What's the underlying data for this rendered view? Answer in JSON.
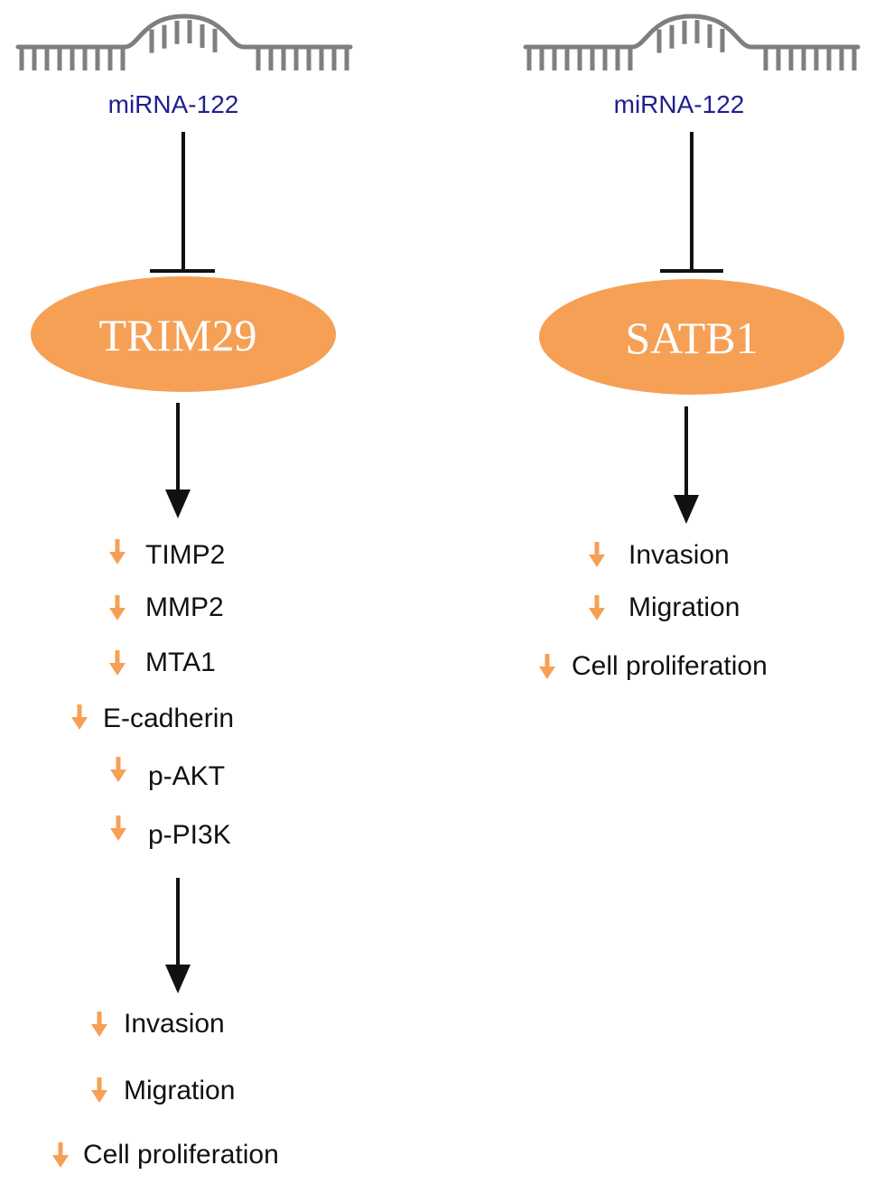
{
  "colors": {
    "mirna_text": "#1f1f8f",
    "rna_stroke": "#7f7f7f",
    "node_fill": "#f6a056",
    "node_text": "#ffffff",
    "arrow": "#111111",
    "down_arrow": "#f6a056"
  },
  "left_pathway": {
    "mirna": {
      "icon": "rna-hairpin-icon",
      "label": "miRNA-122"
    },
    "target": {
      "label": "TRIM29"
    },
    "downstream": [
      {
        "label": "TIMP2",
        "direction": "down"
      },
      {
        "label": "MMP2",
        "direction": "down"
      },
      {
        "label": "MTA1",
        "direction": "down"
      },
      {
        "label": "E-cadherin",
        "direction": "down"
      },
      {
        "label": "p-AKT",
        "direction": "down"
      },
      {
        "label": "p-PI3K",
        "direction": "down"
      }
    ],
    "outcomes": [
      {
        "label": "Invasion",
        "direction": "down"
      },
      {
        "label": "Migration",
        "direction": "down"
      },
      {
        "label": "Cell proliferation",
        "direction": "down"
      }
    ]
  },
  "right_pathway": {
    "mirna": {
      "icon": "rna-hairpin-icon",
      "label": "miRNA-122"
    },
    "target": {
      "label": "SATB1"
    },
    "outcomes": [
      {
        "label": "Invasion",
        "direction": "down"
      },
      {
        "label": "Migration",
        "direction": "down"
      },
      {
        "label": "Cell proliferation",
        "direction": "down"
      }
    ]
  }
}
